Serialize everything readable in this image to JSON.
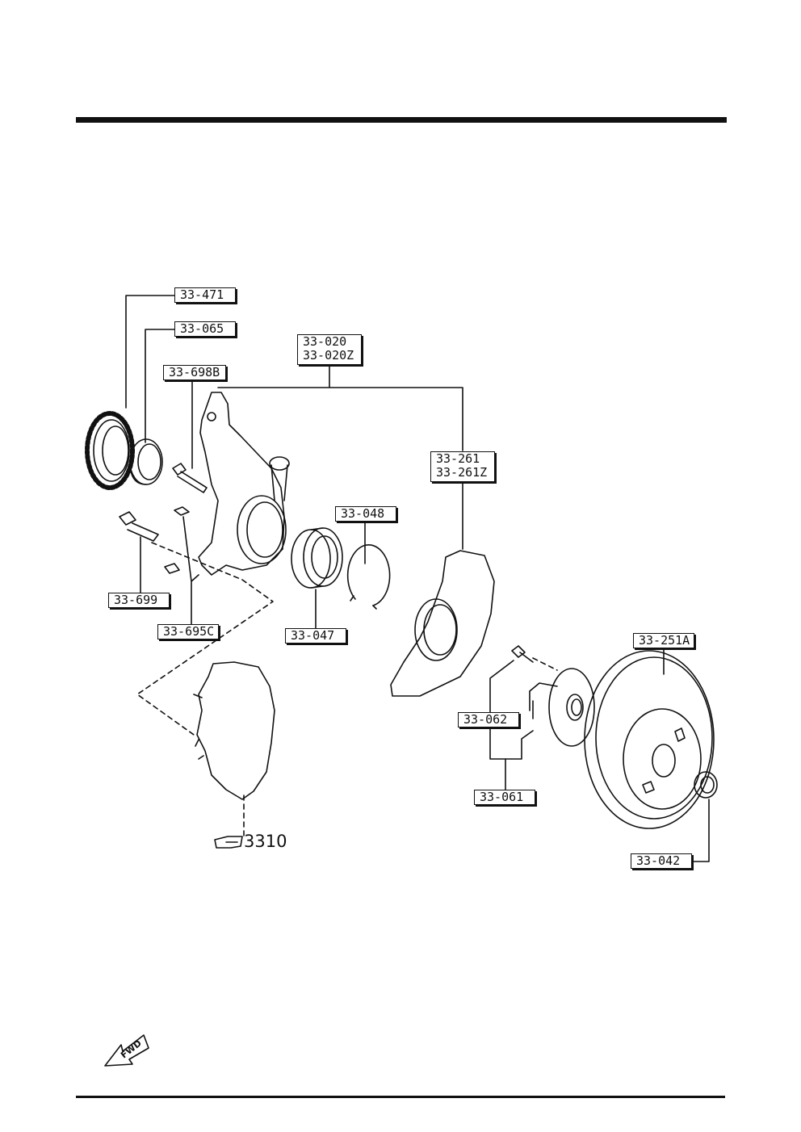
{
  "labels": {
    "p33_471": "33-471",
    "p33_065": "33-065",
    "p33_698b": "33-698B",
    "p33_020": "33-020",
    "p33_020z": "33-020Z",
    "p33_261": "33-261",
    "p33_261z": "33-261Z",
    "p33_048": "33-048",
    "p33_699": "33-699",
    "p33_695c": "33-695C",
    "p33_047": "33-047",
    "p33_251a": "33-251A",
    "p33_062": "33-062",
    "p33_061": "33-061",
    "p33_042": "33-042"
  },
  "reference": "3310",
  "direction_marker": "FWD"
}
